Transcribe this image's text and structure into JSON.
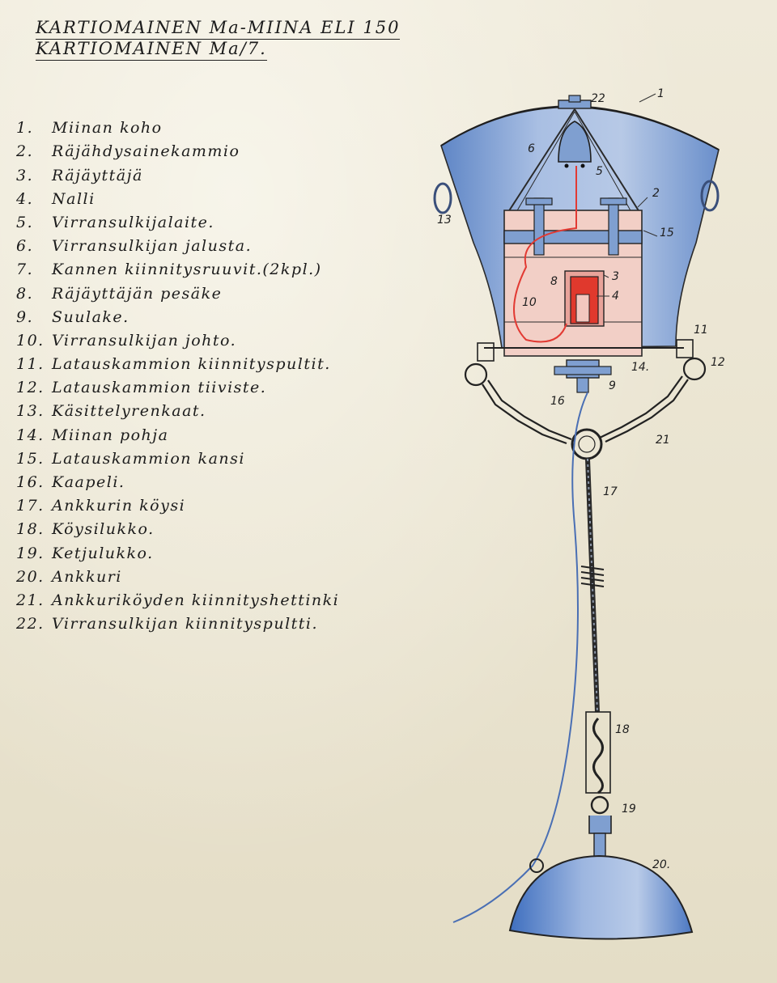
{
  "title": {
    "line1": "KARTIOMAINEN Ma-MIINA ELI 150",
    "line2": "KARTIOMAINEN Ma/7."
  },
  "legend": [
    {
      "num": "1.",
      "text": "Miinan koho"
    },
    {
      "num": "2.",
      "text": "Räjähdysainekammio"
    },
    {
      "num": "3.",
      "text": "Räjäyttäjä"
    },
    {
      "num": "4.",
      "text": "Nalli"
    },
    {
      "num": "5.",
      "text": "Virransulkijalaite."
    },
    {
      "num": "6.",
      "text": "Virransulkijan jalusta."
    },
    {
      "num": "7.",
      "text": "Kannen kiinnitysruuvit.(2kpl.)"
    },
    {
      "num": "8.",
      "text": "Räjäyttäjän pesäke"
    },
    {
      "num": "9.",
      "text": "Suulake."
    },
    {
      "num": "10.",
      "text": "Virransulkijan johto."
    },
    {
      "num": "11.",
      "text": "Latauskammion kiinnityspultit."
    },
    {
      "num": "12.",
      "text": "Latauskammion tiiviste."
    },
    {
      "num": "13.",
      "text": "Käsittelyrenkaat."
    },
    {
      "num": "14.",
      "text": "Miinan pohja"
    },
    {
      "num": "15.",
      "text": "Latauskammion kansi"
    },
    {
      "num": "16.",
      "text": "Kaapeli."
    },
    {
      "num": "17.",
      "text": "Ankkurin köysi"
    },
    {
      "num": "18.",
      "text": "Köysilukko."
    },
    {
      "num": "19.",
      "text": "Ketjulukko."
    },
    {
      "num": "20.",
      "text": "Ankkuri"
    },
    {
      "num": "21.",
      "text": "Ankkuriköyden kiinnityshettinki"
    },
    {
      "num": "22.",
      "text": "Virransulkijan kiinnityspultti."
    }
  ],
  "callouts": [
    "1",
    "2",
    "3",
    "4",
    "5",
    "6",
    "8",
    "9",
    "10",
    "11",
    "12",
    "13",
    "14.",
    "15",
    "16",
    "17",
    "18",
    "19",
    "20.",
    "21",
    "22"
  ],
  "colors": {
    "ink": "#1c1c1c",
    "mine_blue": "#7f9fd0",
    "charge_red": "#e0392d",
    "paper": "#ede8d6"
  }
}
